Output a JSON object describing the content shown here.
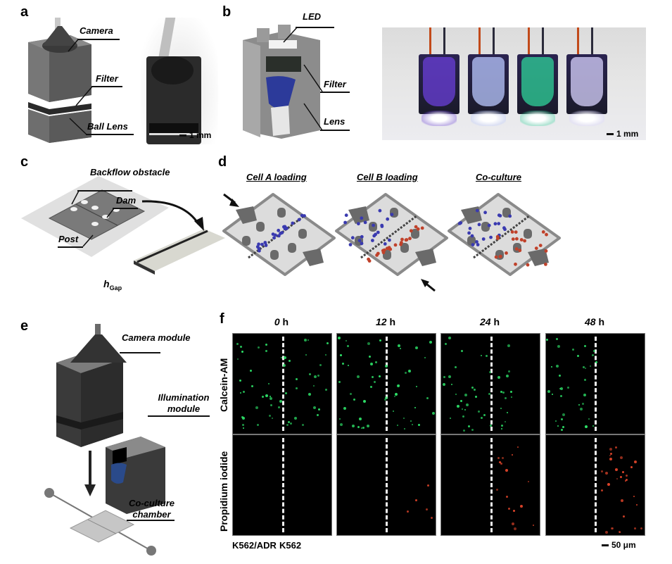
{
  "figure": {
    "panels": {
      "a": {
        "label": "a",
        "callouts": [
          "Camera",
          "Filter",
          "Ball Lens"
        ],
        "scale_bar": "1 mm"
      },
      "b": {
        "label": "b",
        "callouts": [
          "LED",
          "Filter",
          "Lens"
        ],
        "scale_bar": "1 mm",
        "led_colors": [
          "#6a3fd8",
          "#b9c8ff",
          "#2fd39a",
          "#d9d4ff"
        ]
      },
      "c": {
        "label": "c",
        "callouts": [
          "Backflow obstacle",
          "Dam",
          "Post"
        ],
        "gap_label_main": "h",
        "gap_label_sub": "Gap"
      },
      "d": {
        "label": "d",
        "steps": [
          "Cell A loading",
          "Cell B loading",
          "Co-culture"
        ],
        "cell_a_color": "#3a3ab0",
        "cell_b_color": "#c0412a"
      },
      "e": {
        "label": "e",
        "callouts": [
          "Camera module",
          "Illumination module",
          "Co-culture chamber"
        ]
      },
      "f": {
        "label": "f",
        "time_points": [
          {
            "value": "0",
            "unit": "h"
          },
          {
            "value": "12",
            "unit": "h"
          },
          {
            "value": "24",
            "unit": "h"
          },
          {
            "value": "48",
            "unit": "h"
          }
        ],
        "rows": [
          "Calcein-AM",
          "Propidium iodide"
        ],
        "row_colors": [
          "#2ee66a",
          "#e2452a"
        ],
        "cell_lines": [
          "K562/ADR",
          "K562"
        ],
        "scale_bar": "50 μm"
      }
    }
  }
}
